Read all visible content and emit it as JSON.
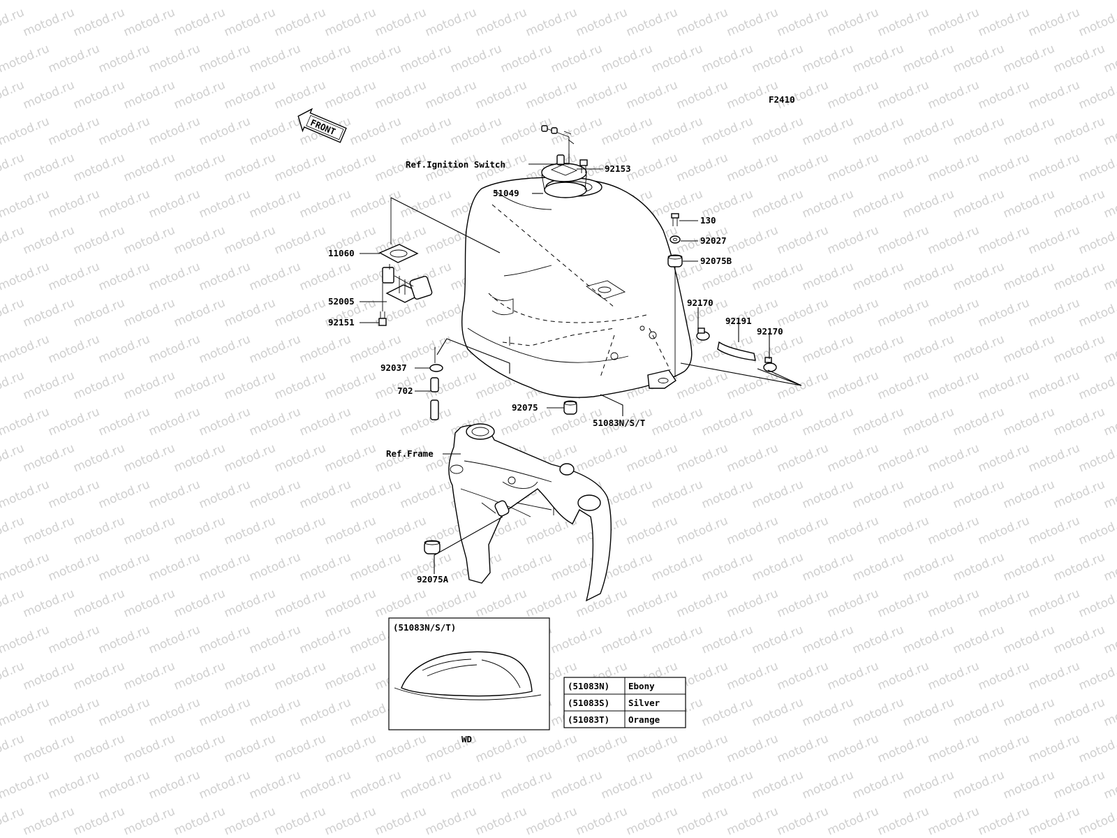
{
  "diagram": {
    "code": "F2410",
    "front_label": "FRONT",
    "watermark": "motod.ru",
    "parts": [
      {
        "id": "ref_ignition",
        "label": "Ref.Ignition Switch"
      },
      {
        "id": "p92153",
        "label": "92153"
      },
      {
        "id": "p51049",
        "label": "51049"
      },
      {
        "id": "p130",
        "label": "130"
      },
      {
        "id": "p92027",
        "label": "92027"
      },
      {
        "id": "p92075B",
        "label": "92075B"
      },
      {
        "id": "p11060",
        "label": "11060"
      },
      {
        "id": "p52005",
        "label": "52005"
      },
      {
        "id": "p92151",
        "label": "92151"
      },
      {
        "id": "p92170a",
        "label": "92170"
      },
      {
        "id": "p92191",
        "label": "92191"
      },
      {
        "id": "p92170b",
        "label": "92170"
      },
      {
        "id": "p92037",
        "label": "92037"
      },
      {
        "id": "p702",
        "label": "702"
      },
      {
        "id": "p92075",
        "label": "92075"
      },
      {
        "id": "p51083",
        "label": "51083N/S/T"
      },
      {
        "id": "ref_frame",
        "label": "Ref.Frame"
      },
      {
        "id": "p92075A",
        "label": "92075A"
      }
    ],
    "inset": {
      "title": "(51083N/S/T)",
      "caption": "WD"
    },
    "color_table": [
      {
        "code": "(51083N)",
        "color": "Ebony"
      },
      {
        "code": "(51083S)",
        "color": "Silver"
      },
      {
        "code": "(51083T)",
        "color": "Orange"
      }
    ]
  }
}
